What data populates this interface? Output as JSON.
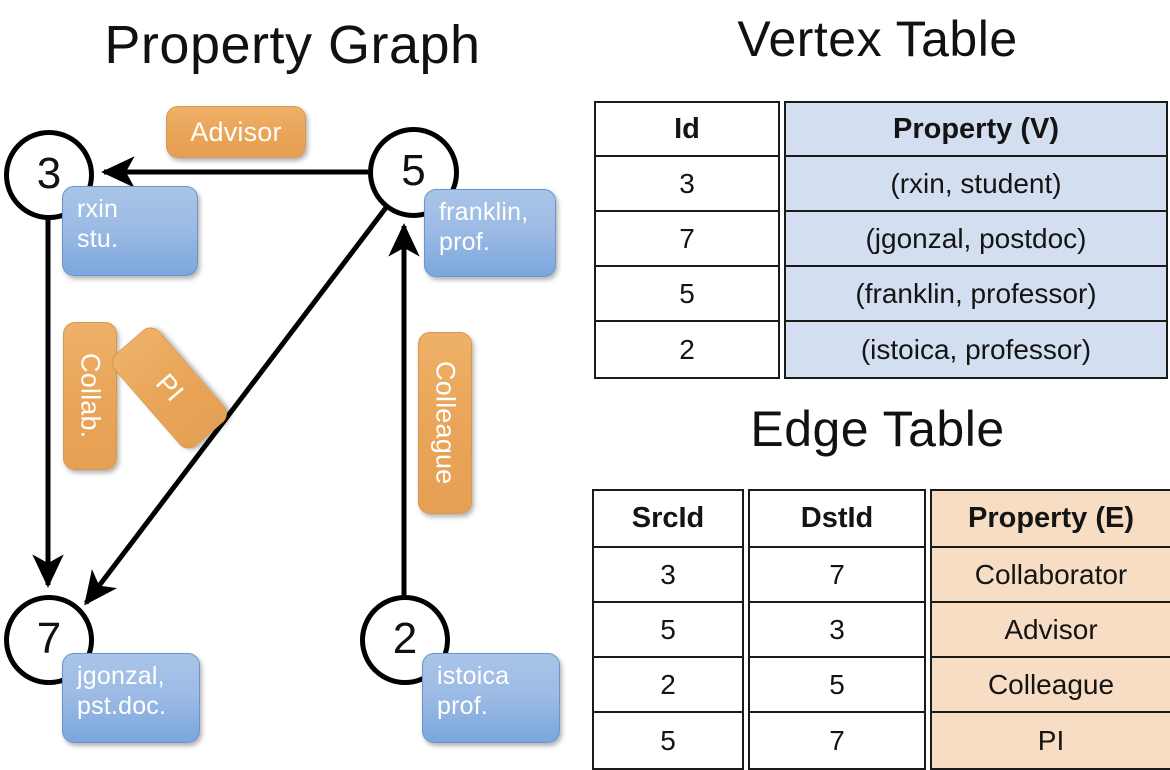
{
  "titles": {
    "property_graph": "Property Graph",
    "vertex_table": "Vertex Table",
    "edge_table": "Edge Table"
  },
  "graph": {
    "nodes": [
      {
        "id": "3",
        "property_lines": [
          "rxin",
          "stu."
        ]
      },
      {
        "id": "5",
        "property_lines": [
          "franklin,",
          "prof."
        ]
      },
      {
        "id": "7",
        "property_lines": [
          "jgonzal,",
          "pst.doc."
        ]
      },
      {
        "id": "2",
        "property_lines": [
          "istoica",
          "prof."
        ]
      }
    ],
    "edge_labels": [
      {
        "name": "advisor",
        "text": "Advisor"
      },
      {
        "name": "collab",
        "text": "Collab."
      },
      {
        "name": "pi",
        "text": "PI"
      },
      {
        "name": "colleague",
        "text": "Colleague"
      }
    ],
    "edges": [
      {
        "from": "5",
        "to": "3",
        "label": "Advisor"
      },
      {
        "from": "3",
        "to": "7",
        "label": "Collab."
      },
      {
        "from": "5",
        "to": "7",
        "label": "PI"
      },
      {
        "from": "2",
        "to": "5",
        "label": "Colleague"
      }
    ],
    "colors": {
      "node_stroke": "#000000",
      "property_box": "#9dbbe4",
      "edge_label_box": "#e9a457",
      "edge_stroke": "#000000"
    }
  },
  "vertex_table": {
    "headers": [
      "Id",
      "Property (V)"
    ],
    "rows": [
      {
        "id": "3",
        "property": "(rxin, student)"
      },
      {
        "id": "7",
        "property": "(jgonzal, postdoc)"
      },
      {
        "id": "5",
        "property": "(franklin, professor)"
      },
      {
        "id": "2",
        "property": "(istoica, professor)"
      }
    ],
    "property_column_color": "#d3dff0"
  },
  "edge_table": {
    "headers": [
      "SrcId",
      "DstId",
      "Property (E)"
    ],
    "rows": [
      {
        "src": "3",
        "dst": "7",
        "property": "Collaborator"
      },
      {
        "src": "5",
        "dst": "3",
        "property": "Advisor"
      },
      {
        "src": "2",
        "dst": "5",
        "property": "Colleague"
      },
      {
        "src": "5",
        "dst": "7",
        "property": "PI"
      }
    ],
    "property_column_color": "#f6ddc3"
  }
}
